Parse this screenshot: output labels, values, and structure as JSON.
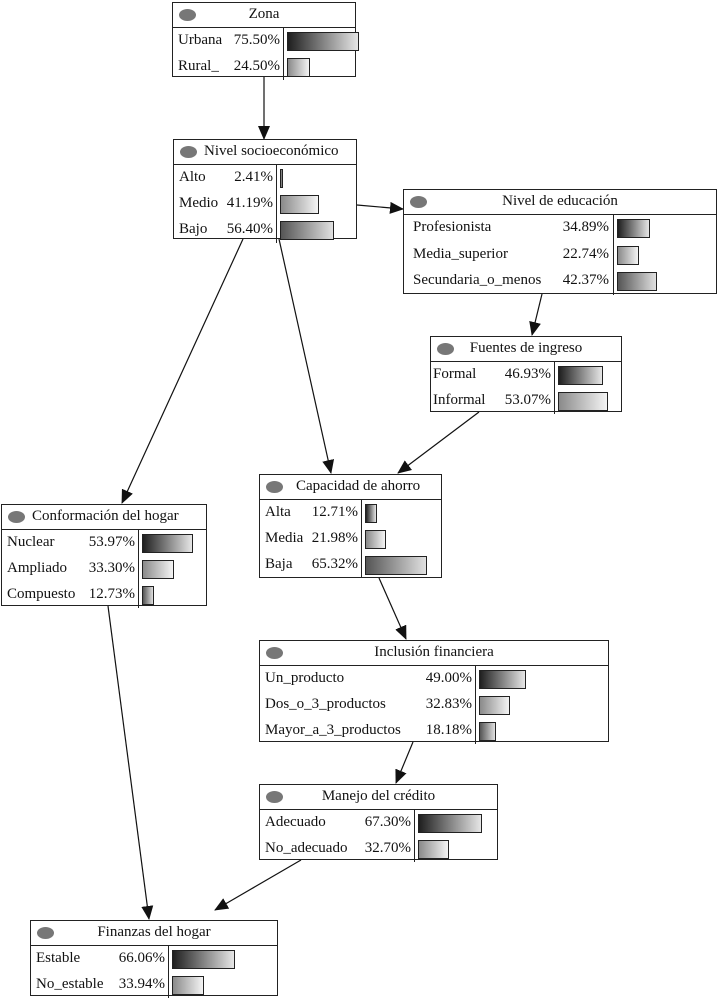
{
  "nodes": {
    "zona": {
      "title": "Zona",
      "states": [
        {
          "label": "Urbana",
          "value": "75.50%",
          "prob": 0.755
        },
        {
          "label": "Rural_",
          "value": "24.50%",
          "prob": 0.245
        }
      ]
    },
    "nivel_socio": {
      "title": "Nivel socioeconómico",
      "states": [
        {
          "label": "Alto",
          "value": "2.41%",
          "prob": 0.0241
        },
        {
          "label": "Medio",
          "value": "41.19%",
          "prob": 0.4119
        },
        {
          "label": "Bajo",
          "value": "56.40%",
          "prob": 0.564
        }
      ]
    },
    "nivel_edu": {
      "title": "Nivel de educación",
      "states": [
        {
          "label": "Profesionista",
          "value": "34.89%",
          "prob": 0.3489
        },
        {
          "label": "Media_superior",
          "value": "22.74%",
          "prob": 0.2274
        },
        {
          "label": "Secundaria_o_menos",
          "value": "42.37%",
          "prob": 0.4237
        }
      ]
    },
    "fuentes": {
      "title": "Fuentes de ingreso",
      "states": [
        {
          "label": "Formal",
          "value": "46.93%",
          "prob": 0.4693
        },
        {
          "label": "Informal",
          "value": "53.07%",
          "prob": 0.5307
        }
      ]
    },
    "conformacion": {
      "title": "Conformación del hogar",
      "states": [
        {
          "label": "Nuclear",
          "value": "53.97%",
          "prob": 0.5397
        },
        {
          "label": "Ampliado",
          "value": "33.30%",
          "prob": 0.333
        },
        {
          "label": "Compuesto",
          "value": "12.73%",
          "prob": 0.1273
        }
      ]
    },
    "capacidad": {
      "title": "Capacidad de ahorro",
      "states": [
        {
          "label": "Alta",
          "value": "12.71%",
          "prob": 0.1271
        },
        {
          "label": "Media",
          "value": "21.98%",
          "prob": 0.2198
        },
        {
          "label": "Baja",
          "value": "65.32%",
          "prob": 0.6532
        }
      ]
    },
    "inclusion": {
      "title": "Inclusión financiera",
      "states": [
        {
          "label": "Un_producto",
          "value": "49.00%",
          "prob": 0.49
        },
        {
          "label": "Dos_o_3_productos",
          "value": "32.83%",
          "prob": 0.3283
        },
        {
          "label": "Mayor_a_3_productos",
          "value": "18.18%",
          "prob": 0.1818
        }
      ]
    },
    "manejo": {
      "title": "Manejo del crédito",
      "states": [
        {
          "label": "Adecuado",
          "value": "67.30%",
          "prob": 0.673
        },
        {
          "label": "No_adecuado",
          "value": "32.70%",
          "prob": 0.327
        }
      ]
    },
    "finanzas": {
      "title": "Finanzas del hogar",
      "states": [
        {
          "label": "Estable",
          "value": "66.06%",
          "prob": 0.6606
        },
        {
          "label": "No_estable",
          "value": "33.94%",
          "prob": 0.3394
        }
      ]
    }
  },
  "edges": [
    [
      "zona",
      "nivel_socio"
    ],
    [
      "nivel_socio",
      "nivel_edu"
    ],
    [
      "nivel_socio",
      "conformacion"
    ],
    [
      "nivel_socio",
      "capacidad"
    ],
    [
      "nivel_edu",
      "fuentes"
    ],
    [
      "fuentes",
      "capacidad"
    ],
    [
      "capacidad",
      "inclusion"
    ],
    [
      "inclusion",
      "manejo"
    ],
    [
      "conformacion",
      "finanzas"
    ],
    [
      "manejo",
      "finanzas"
    ]
  ]
}
